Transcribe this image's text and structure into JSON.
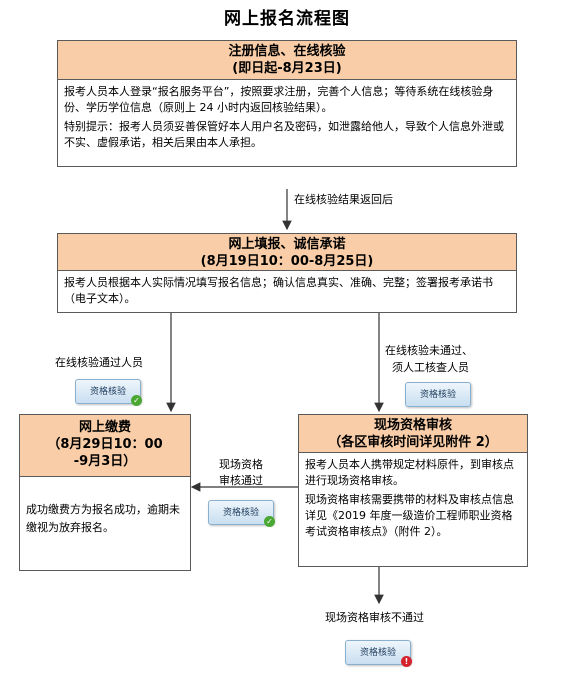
{
  "title": "网上报名流程图",
  "step1": {
    "header": "注册信息、在线核验",
    "period": "(即日起-8月23日)",
    "text1": "报考人员本人登录“报名服务平台”，按照要求注册，完善个人信息；等待系统在线核验身份、学历学位信息（原则上 24 小时内返回核验结果）。",
    "text2": "特别提示：报考人员须妥善保管好本人用户名及密码，如泄露给他人，导致个人信息外泄或不实、虚假承诺，相关后果由本人承担。"
  },
  "arrow1_label": "在线核验结果返回后",
  "step2": {
    "header": "网上填报、诚信承诺",
    "period": "(8月19日10：00-8月25日)",
    "text": "报考人员根据本人实际情况填写报名信息；确认信息真实、准确、完整；签署报考承诺书（电子文本）。"
  },
  "left_branch_label": "在线核验通过人员",
  "right_branch_label_1": "在线核验未通过、",
  "right_branch_label_2": "须人工核查人员",
  "badge_text": "资格核验",
  "step3": {
    "header": "网上缴费",
    "period_1": "（8月29日10：00",
    "period_2": "-9月3日）",
    "text": "成功缴费方为报名成功，逾期未缴视为放弃报名。"
  },
  "step4": {
    "header": "现场资格审核",
    "period": "（各区审核时间详见附件 2）",
    "text1": "报考人员本人携带规定材料原件，到审核点进行现场资格审核。",
    "text2": "现场资格审核需要携带的材料及审核点信息详见《2019 年度一级造价工程师职业资格考试资格审核点》（附件 2）。"
  },
  "pass_label_1": "现场资格",
  "pass_label_2": "审核通过",
  "fail_label": "现场资格审核不通过",
  "icons": {
    "badge_ok": "check-icon",
    "badge_pending": "none",
    "badge_fail": "exclamation-icon"
  },
  "colors": {
    "header_fill": "#f8cda7",
    "border": "#5a5a5a",
    "badge_fill": "#c9dff1",
    "ok": "#4aa832",
    "error": "#d4212b"
  }
}
